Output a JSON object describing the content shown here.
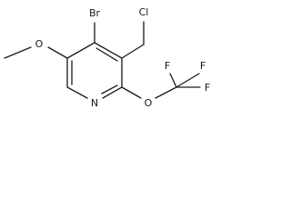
{
  "molecule": {
    "atoms": {
      "bromine": "Br",
      "chlorine": "Cl",
      "ring_nitrogen": "N",
      "methoxy_oxygen": "O",
      "trifluoromethoxy_oxygen": "O",
      "fluorine_top_left": "F",
      "fluorine_top_right": "F",
      "fluorine_right": "F"
    },
    "colors": {
      "bond": "#1a1a1a",
      "label": "#1a1a1a",
      "background": "#ffffff"
    }
  }
}
